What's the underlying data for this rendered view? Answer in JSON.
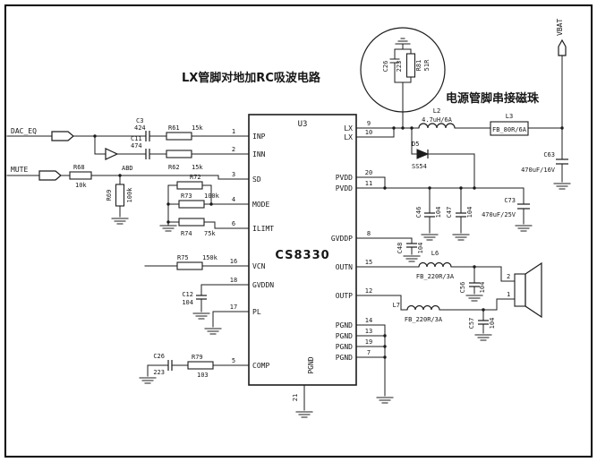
{
  "notes": {
    "rc_snubber": "LX管脚对地加RC吸波电路",
    "ferrite_bead": "电源管脚串接磁珠"
  },
  "ic": {
    "ref": "U3",
    "name": "CS8330",
    "left_pins": [
      {
        "num": "1",
        "label": "INP"
      },
      {
        "num": "2",
        "label": "INN"
      },
      {
        "num": "3",
        "label": "SD"
      },
      {
        "num": "4",
        "label": "MODE"
      },
      {
        "num": "6",
        "label": "ILIMT"
      },
      {
        "num": "16",
        "label": "VCN"
      },
      {
        "num": "18",
        "label": "GVDDN"
      },
      {
        "num": "17",
        "label": "PL"
      },
      {
        "num": "5",
        "label": "COMP"
      }
    ],
    "right_pins": [
      {
        "num": "9",
        "label": "LX"
      },
      {
        "num": "10",
        "label": "LX"
      },
      {
        "num": "20",
        "label": "PVDD"
      },
      {
        "num": "11",
        "label": "PVDD"
      },
      {
        "num": "8",
        "label": "GVDDP"
      },
      {
        "num": "15",
        "label": "OUTN"
      },
      {
        "num": "12",
        "label": "OUTP"
      },
      {
        "num": "14",
        "label": "PGND"
      },
      {
        "num": "13",
        "label": "PGND"
      },
      {
        "num": "19",
        "label": "PGND"
      },
      {
        "num": "7",
        "label": "PGND"
      }
    ],
    "bottom_pin": {
      "num": "21",
      "label": "PGND"
    }
  },
  "nets": {
    "dac_eq": "DAC_EQ",
    "mute": "MUTE",
    "abd": "ABD",
    "vbat": "VBAT"
  },
  "components": {
    "c3": {
      "ref": "C3",
      "value": "424"
    },
    "r61": {
      "ref": "R61",
      "value": "15k"
    },
    "c11": {
      "ref": "C11",
      "value": "474"
    },
    "r62": {
      "ref": "R62",
      "value": "15k"
    },
    "r68": {
      "ref": "R68",
      "value": "10k"
    },
    "r69": {
      "ref": "R69",
      "value": "100k"
    },
    "r72": {
      "ref": "R72",
      "value": ""
    },
    "r73": {
      "ref": "R73",
      "value": "100k"
    },
    "r74": {
      "ref": "R74",
      "value": "75k"
    },
    "r75": {
      "ref": "R75",
      "value": "150k"
    },
    "c12": {
      "ref": "C12",
      "value": "104"
    },
    "c26": {
      "ref": "C26",
      "value": "223"
    },
    "r79": {
      "ref": "R79",
      "value": "103"
    },
    "snubber_c": {
      "ref": "C26",
      "value": "223"
    },
    "snubber_r": {
      "ref": "R81",
      "value": "51R"
    },
    "l2": {
      "ref": "L2",
      "value": "4.7uH/6A"
    },
    "d5": {
      "ref": "D5",
      "value": "SS54"
    },
    "l3": {
      "ref": "L3",
      "value": "FB_80R/6A"
    },
    "c63": {
      "ref": "C63",
      "value": "470uF/16V"
    },
    "c73": {
      "ref": "C73",
      "value": "470uF/25V"
    },
    "c46": {
      "ref": "C46",
      "value": "104"
    },
    "c47": {
      "ref": "C47",
      "value": "104"
    },
    "c48": {
      "ref": "C48",
      "value": "104"
    },
    "l6": {
      "ref": "L6",
      "value": "FB_220R/3A"
    },
    "l7": {
      "ref": "L7",
      "value": "FB_220R/3A"
    },
    "c56": {
      "ref": "C56",
      "value": "104"
    },
    "c57": {
      "ref": "C57",
      "value": "104"
    }
  },
  "speaker": {
    "pin_top": "2",
    "pin_bottom": "1"
  }
}
